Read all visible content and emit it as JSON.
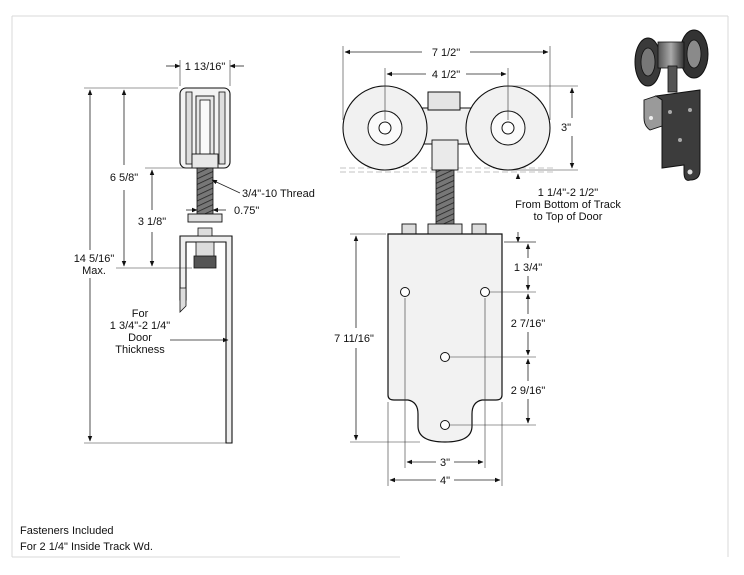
{
  "side_view": {
    "wheel_width": "1 13/16\"",
    "thread_spec": "3/4\"-10 Thread",
    "thread_dia": "0.75\"",
    "wheel_to_bracket": "6 5/8\"",
    "stem_length": "3 1/8\"",
    "overall_height_line1": "14 5/16\"",
    "overall_height_line2": "Max.",
    "door_note_line1": "For",
    "door_note_line2": "1 3/4\"-2 1/4\"",
    "door_note_line3": "Door",
    "door_note_line4": "Thickness"
  },
  "front_view": {
    "overall_width": "7 1/2\"",
    "wheel_spacing": "4 1/2\"",
    "wheel_height": "3\"",
    "track_note_line1": "1 1/4\"-2 1/2\"",
    "track_note_line2": "From Bottom of Track",
    "track_note_line3": "to Top of Door",
    "plate_height": "7 11/16\"",
    "hole_dim_1": "1 3/4\"",
    "hole_dim_2": "2 7/16\"",
    "hole_dim_3": "2 9/16\"",
    "hole_spacing": "3\"",
    "plate_width": "4\""
  },
  "notes": {
    "line1": "Fasteners Included",
    "line2": "For 2 1/4\" Inside Track Wd."
  },
  "colors": {
    "wheel_fill": "#f1f1f1",
    "thread_fill": "#6b6b6b",
    "hardware_photo_dark": "#2b2b2b",
    "hardware_photo_light": "#9a9a9a"
  }
}
